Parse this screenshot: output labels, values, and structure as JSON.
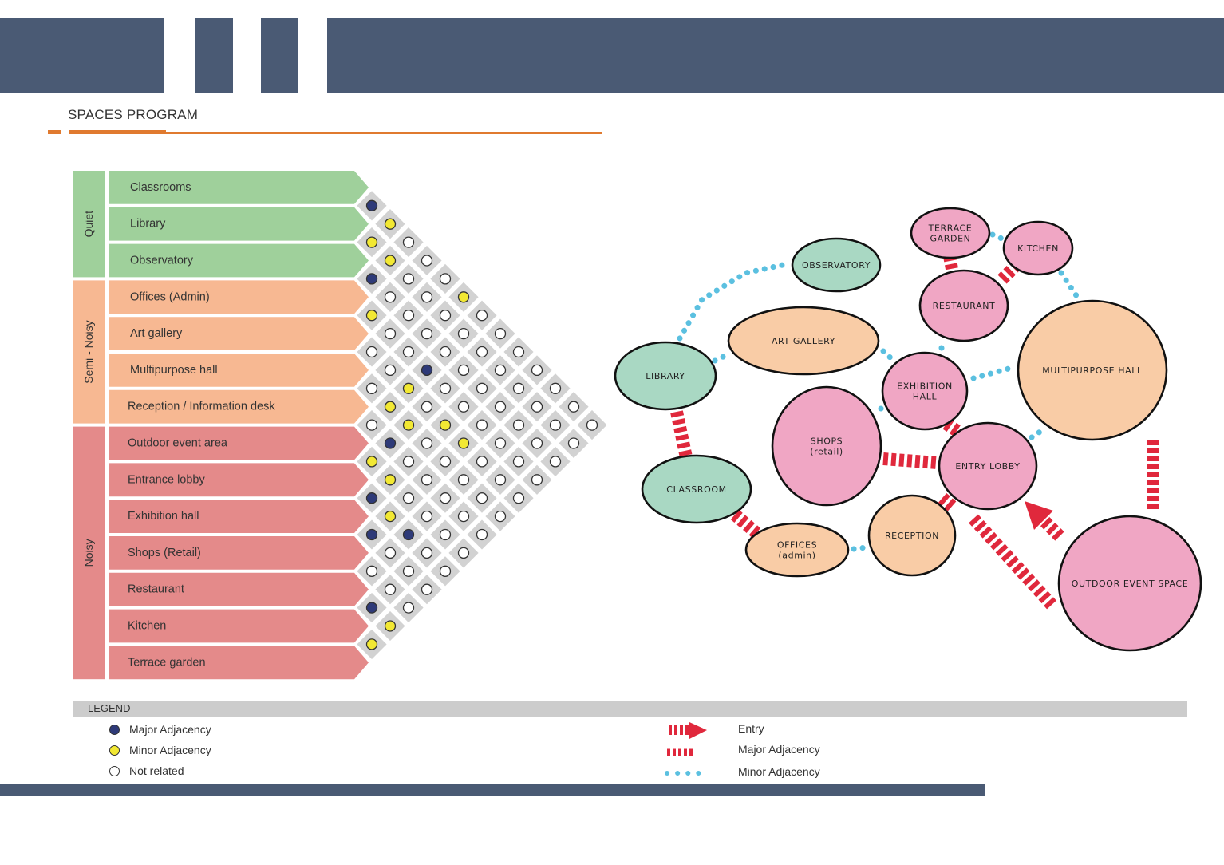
{
  "header": {
    "title": "SPACES PROGRAM"
  },
  "matrix": {
    "groups": [
      {
        "label": "Quiet",
        "color": "#9fd09b",
        "rows": [
          0,
          2
        ]
      },
      {
        "label": "Semi - Noisy",
        "color": "#f7b892",
        "rows": [
          3,
          6
        ]
      },
      {
        "label": "Noisy",
        "color": "#e48a8a",
        "rows": [
          7,
          13
        ]
      }
    ],
    "rows": [
      "Classrooms",
      "Library",
      "Observatory",
      "Offices (Admin)",
      "Art gallery",
      "Multipurpose hall",
      "Reception / Information desk",
      "Outdoor event area",
      "Entrance lobby",
      "Exhibition hall",
      "Shops (Retail)",
      "Restaurant",
      "Kitchen",
      "Terrace garden"
    ],
    "relations": [
      {
        "a": "Classrooms",
        "b": "Library",
        "level": "major"
      },
      {
        "a": "Library",
        "b": "Observatory",
        "level": "minor"
      },
      {
        "a": "Classrooms",
        "b": "Observatory",
        "level": "minor"
      },
      {
        "a": "Observatory",
        "b": "Offices (Admin)",
        "level": "major"
      },
      {
        "a": "Library",
        "b": "Offices (Admin)",
        "level": "minor"
      },
      {
        "a": "Offices (Admin)",
        "b": "Art gallery",
        "level": "minor"
      },
      {
        "a": "Art gallery",
        "b": "Outdoor event area",
        "level": "minor"
      },
      {
        "a": "Classrooms",
        "b": "Reception / Information desk",
        "level": "minor"
      },
      {
        "a": "Offices (Admin)",
        "b": "Outdoor event area",
        "level": "major"
      },
      {
        "a": "Multipurpose hall",
        "b": "Outdoor event area",
        "level": "minor"
      },
      {
        "a": "Multipurpose hall",
        "b": "Entrance lobby",
        "level": "minor"
      },
      {
        "a": "Reception / Information desk",
        "b": "Entrance lobby",
        "level": "major"
      },
      {
        "a": "Outdoor event area",
        "b": "Entrance lobby",
        "level": "minor"
      },
      {
        "a": "Entrance lobby",
        "b": "Exhibition hall",
        "level": "major"
      },
      {
        "a": "Exhibition hall",
        "b": "Shops (Retail)",
        "level": "major"
      },
      {
        "a": "Art gallery",
        "b": "Exhibition hall",
        "level": "minor"
      },
      {
        "a": "Outdoor event area",
        "b": "Exhibition hall",
        "level": "minor"
      },
      {
        "a": "Art gallery",
        "b": "Shops (Retail)",
        "level": "minor"
      },
      {
        "a": "Entrance lobby",
        "b": "Shops (Retail)",
        "level": "minor"
      },
      {
        "a": "Entrance lobby",
        "b": "Restaurant",
        "level": "major"
      },
      {
        "a": "Restaurant",
        "b": "Kitchen",
        "level": "major"
      },
      {
        "a": "Restaurant",
        "b": "Terrace garden",
        "level": "minor"
      },
      {
        "a": "Kitchen",
        "b": "Terrace garden",
        "level": "minor"
      }
    ]
  },
  "bubbles": [
    {
      "label": "OBSERVATORY",
      "color": "#a9d8c3"
    },
    {
      "label": "TERRACE GARDEN",
      "color": "#f0a6c4"
    },
    {
      "label": "KITCHEN",
      "color": "#f0a6c4"
    },
    {
      "label": "RESTAURANT",
      "color": "#f0a6c4"
    },
    {
      "label": "ART GALLERY",
      "color": "#f9cca6"
    },
    {
      "label": "LIBRARY",
      "color": "#a9d8c3"
    },
    {
      "label": "EXHIBITION HALL",
      "color": "#f0a6c4"
    },
    {
      "label": "MULTIPURPOSE HALL",
      "color": "#f9cca6"
    },
    {
      "label": "SHOPS (retail)",
      "color": "#f0a6c4"
    },
    {
      "label": "ENTRY LOBBY",
      "color": "#f0a6c4"
    },
    {
      "label": "CLASSROOM",
      "color": "#a9d8c3"
    },
    {
      "label": "RECEPTION",
      "color": "#f9cca6"
    },
    {
      "label": "OFFICES (admin)",
      "color": "#f9cca6"
    },
    {
      "label": "OUTDOOR EVENT SPACE",
      "color": "#f0a6c4"
    }
  ],
  "legend": {
    "title": "LEGEND",
    "left": {
      "major": "Major Adjacency",
      "minor": "Minor Adjacency",
      "none": "Not related"
    },
    "right": {
      "entry": "Entry",
      "major": "Major Adjacency",
      "minor": "Minor Adjacency"
    }
  },
  "colors": {
    "band": "#4a5a74",
    "accent": "#e07a2f",
    "major_dot": "#2e3a78",
    "minor_dot": "#f2e833",
    "major_link": "#e0283c",
    "minor_link": "#5bc0e0"
  }
}
